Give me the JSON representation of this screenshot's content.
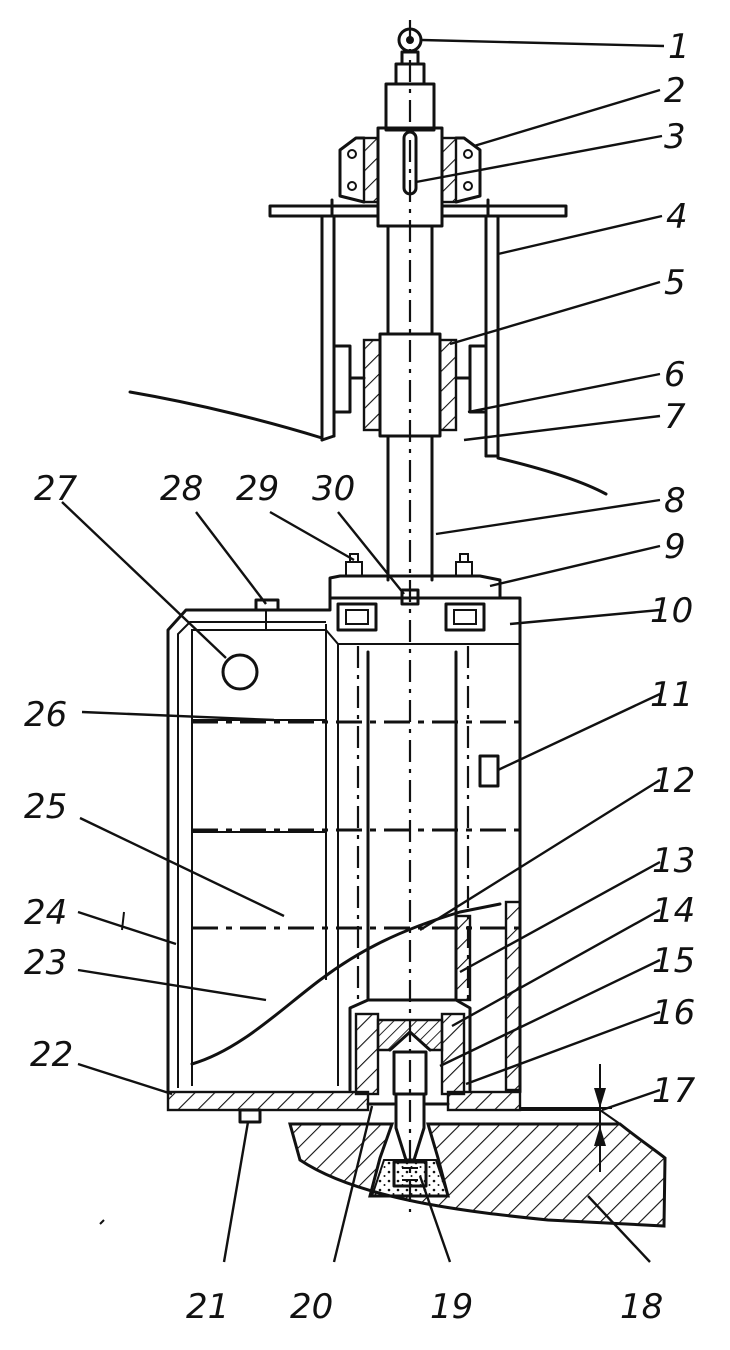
{
  "callouts": [
    "1",
    "2",
    "3",
    "4",
    "5",
    "6",
    "7",
    "8",
    "9",
    "10",
    "11",
    "12",
    "13",
    "14",
    "15",
    "16",
    "17",
    "18",
    "19",
    "20",
    "21",
    "22",
    "23",
    "24",
    "25",
    "26",
    "27",
    "28",
    "29",
    "30"
  ],
  "colors": {
    "ink": "#111111",
    "paper": "#ffffff"
  }
}
